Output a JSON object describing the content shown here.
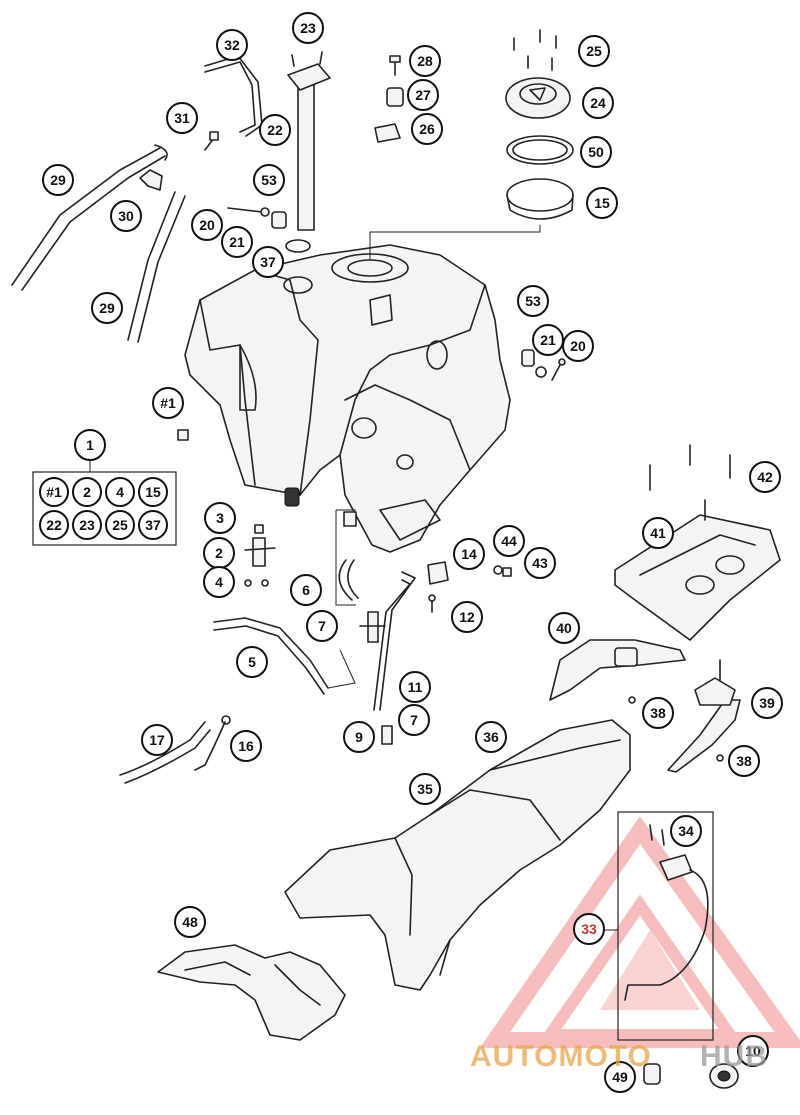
{
  "callouts": [
    {
      "label": "23"
    },
    {
      "label": "32"
    },
    {
      "label": "28"
    },
    {
      "label": "25"
    },
    {
      "label": "27"
    },
    {
      "label": "31"
    },
    {
      "label": "22"
    },
    {
      "label": "26"
    },
    {
      "label": "24"
    },
    {
      "label": "29"
    },
    {
      "label": "50"
    },
    {
      "label": "53"
    },
    {
      "label": "30"
    },
    {
      "label": "20"
    },
    {
      "label": "21"
    },
    {
      "label": "15"
    },
    {
      "label": "37"
    },
    {
      "label": "29"
    },
    {
      "label": "53"
    },
    {
      "label": "21"
    },
    {
      "label": "20"
    },
    {
      "label": "#1"
    },
    {
      "label": "1"
    },
    {
      "label": "42"
    },
    {
      "label": "3"
    },
    {
      "label": "2"
    },
    {
      "label": "44"
    },
    {
      "label": "14"
    },
    {
      "label": "43"
    },
    {
      "label": "41"
    },
    {
      "label": "4"
    },
    {
      "label": "6"
    },
    {
      "label": "12"
    },
    {
      "label": "7"
    },
    {
      "label": "40"
    },
    {
      "label": "5"
    },
    {
      "label": "11"
    },
    {
      "label": "38"
    },
    {
      "label": "39"
    },
    {
      "label": "9"
    },
    {
      "label": "7"
    },
    {
      "label": "17"
    },
    {
      "label": "36"
    },
    {
      "label": "16"
    },
    {
      "label": "38"
    },
    {
      "label": "35"
    },
    {
      "label": "34"
    },
    {
      "label": "48"
    },
    {
      "label": "33"
    },
    {
      "label": "49"
    },
    {
      "label": "10"
    }
  ],
  "kit": {
    "label": "1",
    "items": [
      "#1",
      "2",
      "4",
      "15",
      "22",
      "23",
      "25",
      "37"
    ]
  },
  "watermark": {
    "text_part1": "AUTOMOTO",
    "text_part2": "HUB",
    "color_primary": "#e8a34a",
    "color_secondary": "#9a9a9a",
    "logo_color": "#ee8a86"
  },
  "colors": {
    "line": "#222222",
    "highlight_label": "#c0392b"
  }
}
